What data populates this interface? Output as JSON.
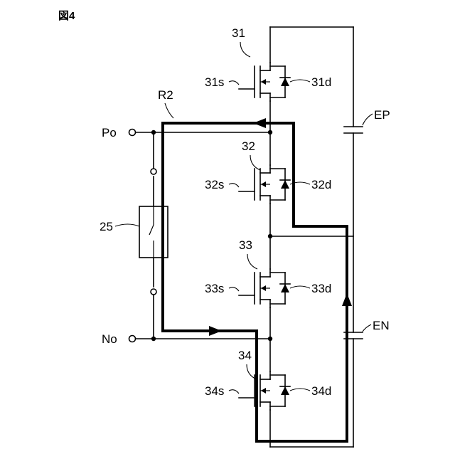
{
  "figure": {
    "title": "図4"
  },
  "terminals": {
    "po": "Po",
    "no": "No"
  },
  "path": {
    "label": "R2"
  },
  "component": {
    "label": "25"
  },
  "capacitors": {
    "ep": "EP",
    "en": "EN"
  },
  "switches": [
    {
      "ref": "31",
      "gate": "31s",
      "diode": "31d"
    },
    {
      "ref": "32",
      "gate": "32s",
      "diode": "32d"
    },
    {
      "ref": "33",
      "gate": "33s",
      "diode": "33d"
    },
    {
      "ref": "34",
      "gate": "34s",
      "diode": "34d"
    }
  ]
}
